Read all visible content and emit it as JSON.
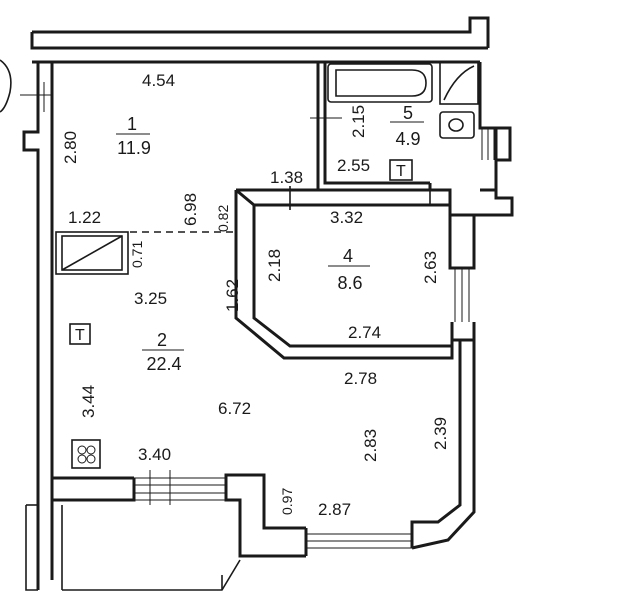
{
  "rooms": [
    {
      "number": "1",
      "area": "11.9"
    },
    {
      "number": "2",
      "area": "22.4"
    },
    {
      "number": "4",
      "area": "8.6"
    },
    {
      "number": "5",
      "area": "4.9"
    }
  ],
  "dimensions": {
    "d_4_54": "4.54",
    "d_2_80": "2.80",
    "d_6_98": "6.98",
    "d_2_15": "2.15",
    "d_2_55": "2.55",
    "d_1_38": "1.38",
    "d_3_32": "3.32",
    "d_1_22": "1.22",
    "d_0_82": "0.82",
    "d_0_71": "0.71",
    "d_2_18": "2.18",
    "d_2_63": "2.63",
    "d_3_25": "3.25",
    "d_1_62": "1.62",
    "d_2_74": "2.74",
    "d_3_44": "3.44",
    "d_2_78": "2.78",
    "d_6_72": "6.72",
    "d_2_83": "2.83",
    "d_2_39": "2.39",
    "d_3_40": "3.40",
    "d_0_97": "0.97",
    "d_2_87": "2.87"
  },
  "symbols": {
    "heater_letter": "T"
  },
  "colors": {
    "ink": "#1a1a1a",
    "paper": "#ffffff"
  }
}
